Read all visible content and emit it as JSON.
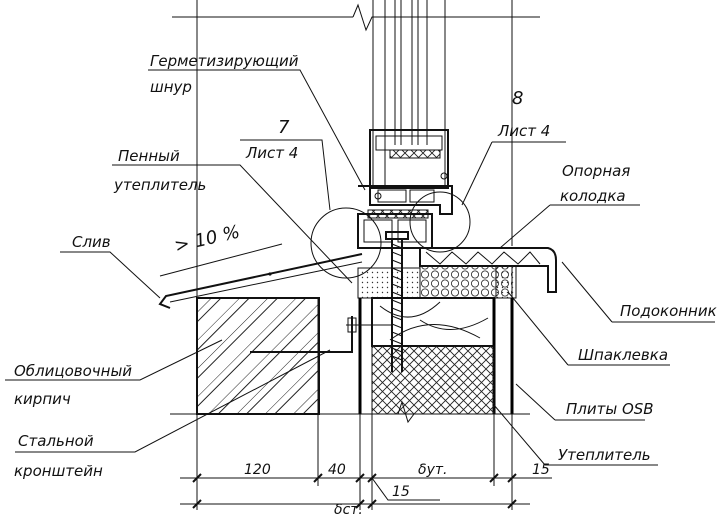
{
  "labels": {
    "sealing_cord": [
      "Герметизирующий",
      "шнур"
    ],
    "foam_insulation": [
      "Пенный",
      "утеплитель"
    ],
    "drip": "Слив",
    "slope": "> 10 %",
    "facing_brick": [
      "Облицовочный",
      "кирпич"
    ],
    "steel_bracket": [
      "Стальной",
      "кронштейн"
    ],
    "support_block": [
      "Опорная",
      "колодка"
    ],
    "window_sill": "Подоконник",
    "putty": "Шпаклевка",
    "osb_boards": "Плиты OSB",
    "insulation": "Утеплитель"
  },
  "refs": {
    "detail_7": {
      "number": "7",
      "sheet": "Лист 4"
    },
    "detail_8": {
      "number": "8",
      "sheet": "Лист 4"
    }
  },
  "dimensions": {
    "brick": "120",
    "gap": "40",
    "insul": "δут.",
    "osb_outer": "15",
    "osb_inner": "15",
    "wall_total": "δст."
  },
  "colors": {
    "line": "#111111",
    "background": "#ffffff"
  }
}
